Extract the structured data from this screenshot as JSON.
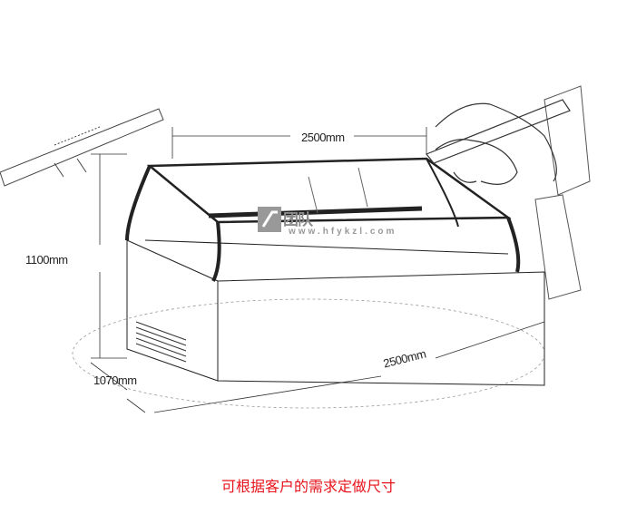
{
  "dimensions": {
    "top_width": "2500mm",
    "height": "1100mm",
    "depth": "1070mm",
    "bottom_width": "2500mm"
  },
  "watermark": {
    "title": "团队",
    "url": "www.hfykzl.com"
  },
  "caption": "可根据客户的需求定做尺寸",
  "colors": {
    "caption": "#e8141c"
  }
}
